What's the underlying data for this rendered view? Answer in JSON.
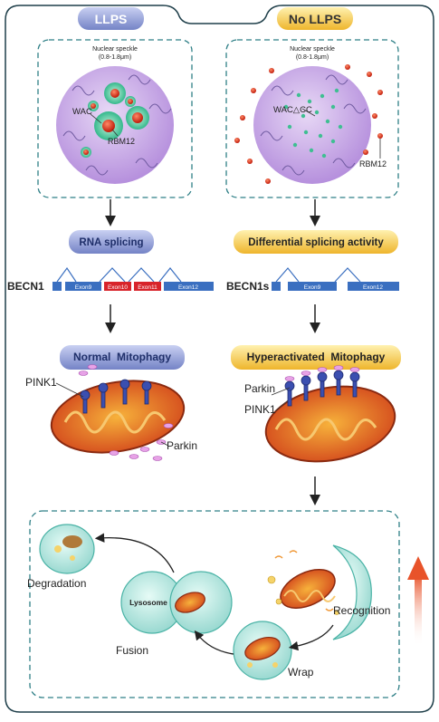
{
  "headers": {
    "left": "LLPS",
    "right": "No LLPS"
  },
  "speckle": {
    "left": {
      "title": "Nuclear speckle",
      "size": "(0.8-1.8μm)",
      "protein_a": "WAC",
      "protein_b": "RBM12"
    },
    "right": {
      "title": "Nuclear speckle",
      "size": "(0.8-1.8μm)",
      "protein_a": "WAC△CC",
      "protein_b": "RBM12"
    }
  },
  "steps": {
    "left": "RNA splicing",
    "right": "Differential splicing activity"
  },
  "genes": {
    "left": {
      "name": "BECN1",
      "exons": [
        "Exon9",
        "Exon10",
        "Exon11",
        "Exon12"
      ]
    },
    "right": {
      "name": "BECN1s",
      "exons": [
        "Exon9",
        "Exon12"
      ]
    }
  },
  "mitophagy": {
    "left": {
      "title": "Normal  Mitophagy",
      "pink": "PINK1",
      "parkin": "Parkin"
    },
    "right": {
      "title": "Hyperactivated  Mitophagy",
      "pink": "PINK1",
      "parkin": "Parkin"
    }
  },
  "cycle": {
    "recognition": "Recognition",
    "wrap": "Wrap",
    "fusion": "Fusion",
    "lysosome": "Lysosome",
    "degradation": "Degradation"
  },
  "colors": {
    "border": "#1f3f4a",
    "dash": "#2e7f86",
    "blue_pill": "#7e8fcf",
    "gold_pill": "#f0c040",
    "nucleus": "#cdb0e8",
    "exon_blue": "#3a6fc0",
    "exon_red": "#d8232a",
    "arrow_up": "#e8532a"
  }
}
